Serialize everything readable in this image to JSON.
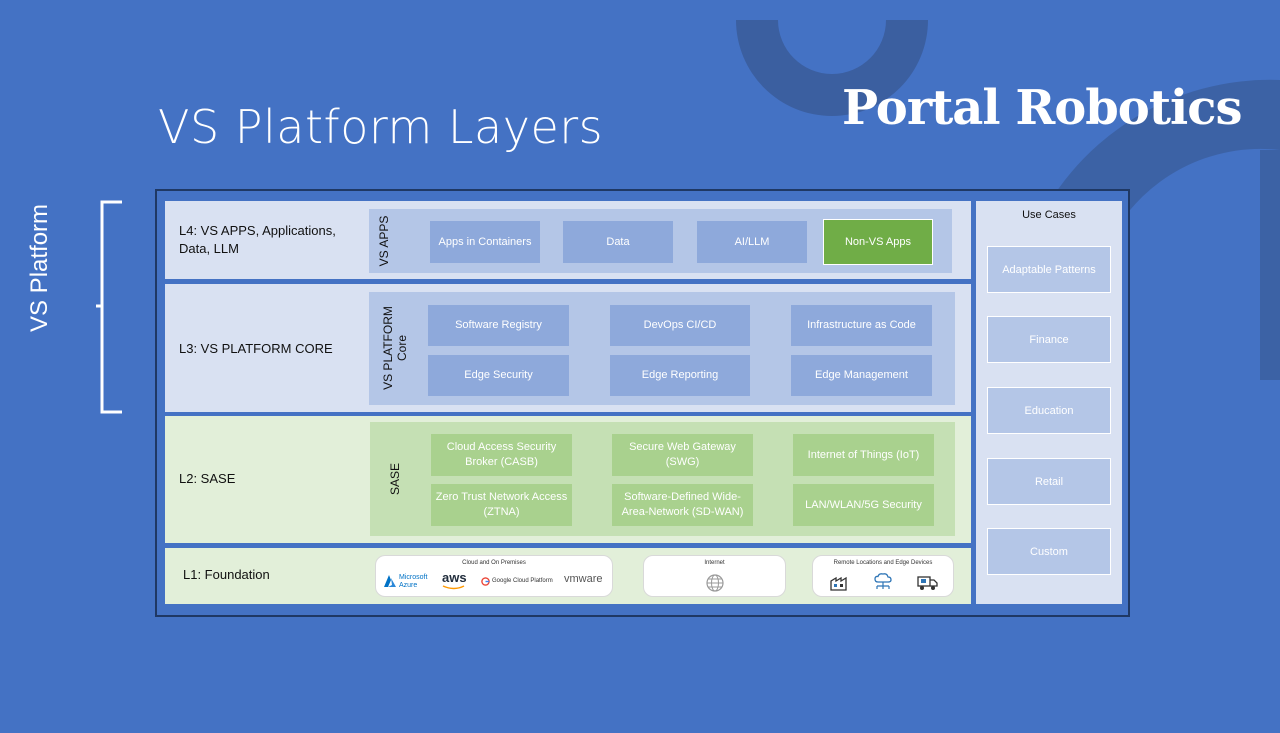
{
  "title": "VS Platform Layers",
  "brand": "Portal Robotics",
  "platform_label": "VS Platform",
  "colors": {
    "background": "#4472C4",
    "layer_blue": "#D9E1F2",
    "layer_green": "#E2EFD9",
    "box_blue": "#8EA9DB",
    "box_green": "#A9D18E",
    "non_vs_green": "#70AD47",
    "frame_border": "#1F3864"
  },
  "layers": {
    "l4": {
      "label": "L4: VS APPS, Applications, Data, LLM",
      "group_label": "VS APPS",
      "items": [
        "Apps in Containers",
        "Data",
        "AI/LLM",
        "Non-VS Apps"
      ]
    },
    "l3": {
      "label": "L3: VS PLATFORM CORE",
      "group_label": "VS PLATFORM Core",
      "items": [
        "Software Registry",
        "DevOps CI/CD",
        "Infrastructure as Code",
        "Edge Security",
        "Edge Reporting",
        "Edge Management"
      ]
    },
    "l2": {
      "label": "L2: SASE",
      "group_label": "SASE",
      "items": [
        "Cloud Access Security Broker (CASB)",
        "Secure Web Gateway (SWG)",
        "Internet of Things (IoT)",
        "Zero Trust Network Access (ZTNA)",
        "Software-Defined Wide-Area-Network (SD-WAN)",
        "LAN/WLAN/5G Security"
      ]
    },
    "l1": {
      "label": "L1: Foundation",
      "cloud": {
        "title": "Cloud and On Premises",
        "logos": [
          "Microsoft Azure",
          "aws",
          "Google Cloud Platform",
          "vmware"
        ]
      },
      "internet": {
        "title": "Internet",
        "icon": "globe-icon"
      },
      "remote": {
        "title": "Remote Locations and Edge Devices",
        "icons": [
          "factory-icon",
          "cloud-network-icon",
          "truck-icon"
        ]
      }
    }
  },
  "use_cases": {
    "title": "Use Cases",
    "items": [
      "Adaptable Patterns",
      "Finance",
      "Education",
      "Retail",
      "Custom"
    ]
  }
}
